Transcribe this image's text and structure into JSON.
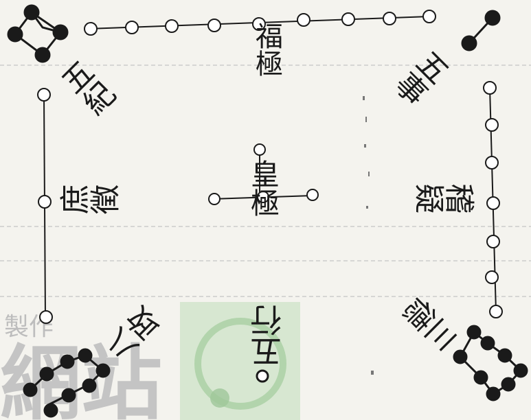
{
  "labels": {
    "top_center": "福極",
    "center": "皇極",
    "top_left": "五紀",
    "top_right": "五事",
    "left": "庶徵",
    "right": "稽疑",
    "bottom_left": "八政",
    "bottom_center": "五行",
    "bottom_right": "三德"
  },
  "watermark": {
    "text_small": "製作",
    "text_large": "網站"
  },
  "colors": {
    "paper": "#f4f3ee",
    "ink": "#1a1a1a",
    "watermark_green": "#9fc79a",
    "watermark_gray": "#bdbdbd"
  }
}
